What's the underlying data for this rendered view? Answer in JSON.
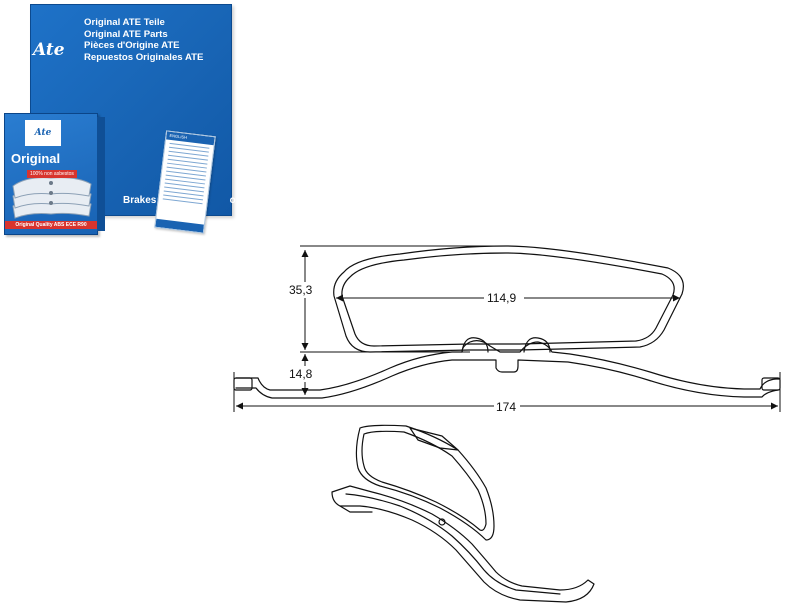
{
  "product_box": {
    "logo_text": "Ate",
    "lines": [
      "Original ATE Teile",
      "Original ATE Parts",
      "Pièces d'Origine ATE",
      "Repuestos Originales ATE"
    ],
    "band_text": "Brakes · Frei",
    "band_text_2": "os",
    "package": {
      "logo_text": "Ate",
      "title": "Original",
      "sticker": "100% non asbestos",
      "quality_strip": "Original Quality   ABS ECE R90"
    },
    "leaflet_header": "ENGLISH"
  },
  "dimensions": {
    "height": "35,3",
    "pad_length": "114,9",
    "clip_height": "14,8",
    "overall_length": "174"
  },
  "colors": {
    "box_blue": "#1864b4",
    "line": "#111111"
  }
}
